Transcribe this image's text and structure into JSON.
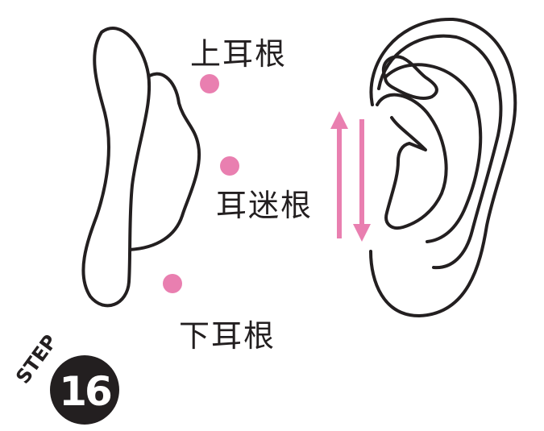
{
  "labels": {
    "upper": "上耳根",
    "middle": "耳迷根",
    "lower": "下耳根"
  },
  "step": {
    "word": "STEP",
    "number": "16"
  },
  "colors": {
    "accent": "#e97fb0",
    "ink": "#231f20",
    "background": "#ffffff"
  },
  "icons": {
    "side_ear": "ear-side-view-icon",
    "front_ear": "ear-front-view-icon",
    "arrows": "up-down-arrows-icon"
  }
}
